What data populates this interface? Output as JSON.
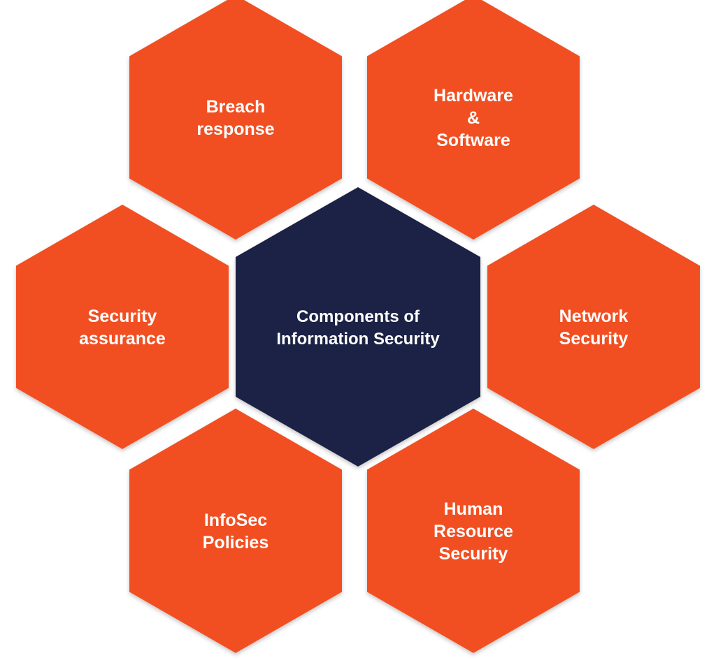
{
  "title": "",
  "colors": {
    "outer_hex": "#f15022",
    "center_hex": "#1e2444",
    "label_text": "#ffffff",
    "background": "#ffffff"
  },
  "center": {
    "lines": [
      "Components of",
      "Information Security"
    ]
  },
  "hexagons": [
    {
      "id": "breach-response",
      "lines": [
        "Breach",
        "response"
      ]
    },
    {
      "id": "hardware-software",
      "lines": [
        "Hardware",
        "&",
        "Software"
      ]
    },
    {
      "id": "security-assurance",
      "lines": [
        "Security",
        "assurance"
      ]
    },
    {
      "id": "network-security",
      "lines": [
        "Network",
        "Security"
      ]
    },
    {
      "id": "infosec-policies",
      "lines": [
        "InfoSec",
        "Policies"
      ]
    },
    {
      "id": "human-resource-security",
      "lines": [
        "Human",
        "Resource",
        "Security"
      ]
    }
  ]
}
